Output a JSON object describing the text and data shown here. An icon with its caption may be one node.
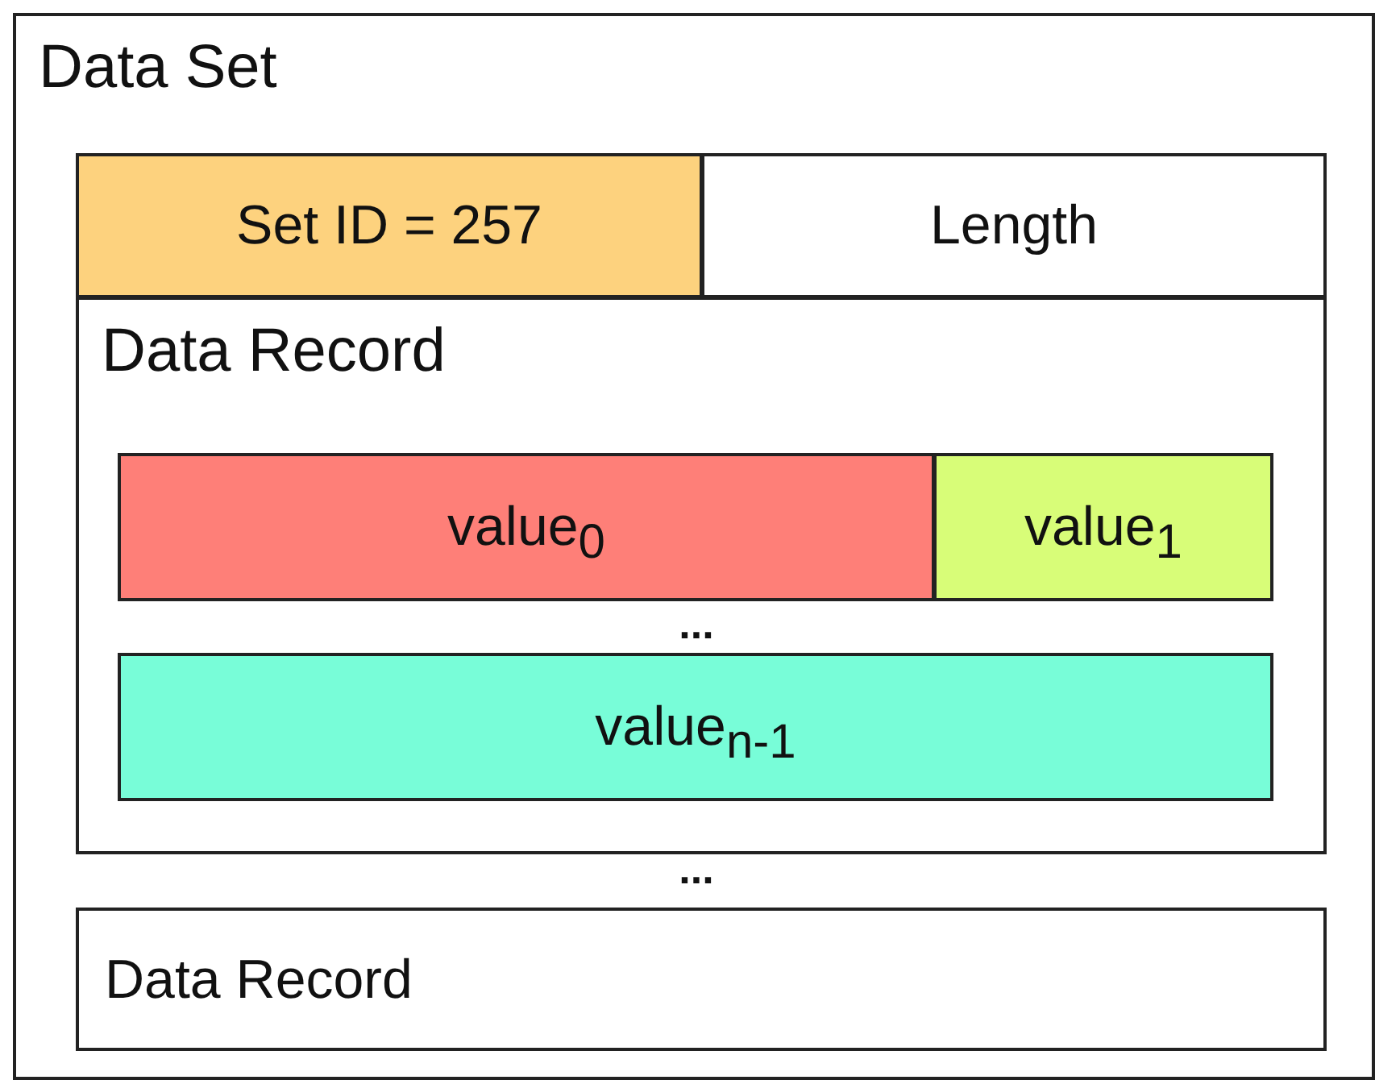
{
  "diagram": {
    "nodes": [
      {
        "text": [
          "Data Set"
        ]
      },
      {
        "text": [
          "Set ID = 257"
        ],
        "in": 0
      },
      {
        "text": [
          "Length"
        ],
        "in": 0
      },
      {
        "text": [
          "Data Record"
        ],
        "in": 0
      },
      {
        "text": [
          "value$_{0}$"
        ],
        "in": 3
      },
      {
        "text": [
          "value$_{1}$"
        ],
        "in": 3
      },
      {
        "text": [
          "value$_{n-1}$"
        ],
        "in": 3
      },
      {
        "text": [
          "Data Record"
        ],
        "in": 0
      }
    ],
    "labels": [
      "...",
      "..."
    ]
  }
}
